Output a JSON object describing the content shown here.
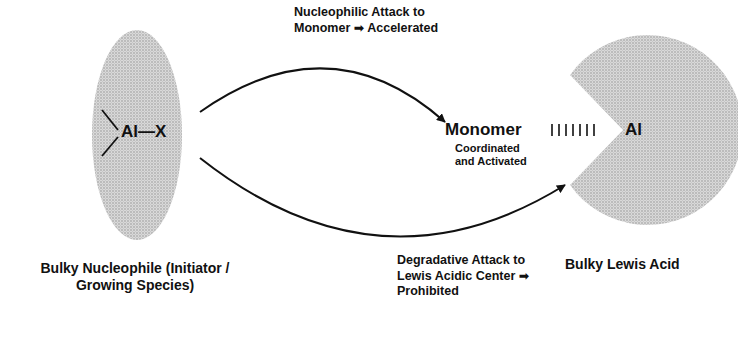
{
  "diagram": {
    "nodes": [
      {
        "text": [
          "Al—X",
          "Bulky Nucleophile (Initiator / Growing Species)"
        ]
      },
      {
        "text": [
          "Monomer",
          "Coordinated and Activated"
        ]
      },
      {
        "text": [
          "Al",
          "Bulky Lewis Acid"
        ]
      }
    ],
    "edges": [
      {
        "from": 0,
        "to": 1,
        "arrow": "to",
        "label": "Nucleophilic Attack to Monomer ➡ Accelerated"
      },
      {
        "from": 0,
        "to": 2,
        "arrow": "to",
        "label": "Degradative Attack to Lewis Acidic Center ➡ Prohibited"
      }
    ]
  }
}
